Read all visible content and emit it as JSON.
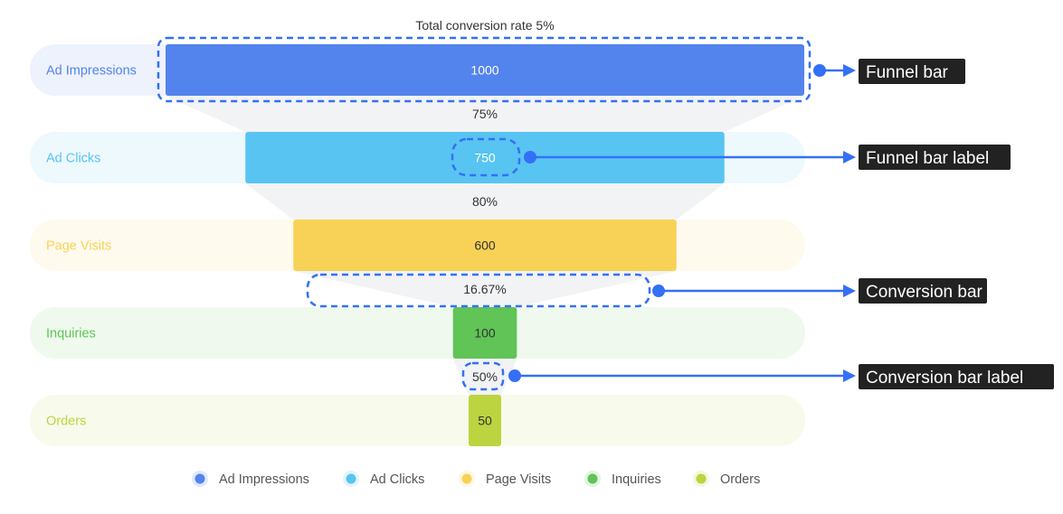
{
  "chart_data": {
    "type": "funnel",
    "total_label": "Total conversion rate 5%",
    "categories": [
      "Ad Impressions",
      "Ad Clicks",
      "Page Visits",
      "Inquiries",
      "Orders"
    ],
    "values": [
      1000,
      750,
      600,
      100,
      50
    ],
    "conversion_rates": [
      "75%",
      "80%",
      "16.67%",
      "50%"
    ],
    "colors": [
      "#5383ec",
      "#58c4f1",
      "#f8d256",
      "#60c456",
      "#bcd43f"
    ],
    "label_colors": [
      "#5383ec",
      "#58c4f1",
      "#f8d256",
      "#60c456",
      "#bcd43f"
    ],
    "legend": [
      "Ad Impressions",
      "Ad Clicks",
      "Page Visits",
      "Inquiries",
      "Orders"
    ],
    "max": 1000
  },
  "annotations": [
    {
      "label": "Funnel bar"
    },
    {
      "label": "Funnel bar label"
    },
    {
      "label": "Conversion bar"
    },
    {
      "label": "Conversion bar label"
    }
  ],
  "annotation_color": "#3470f5",
  "callout_bg": "#222222"
}
